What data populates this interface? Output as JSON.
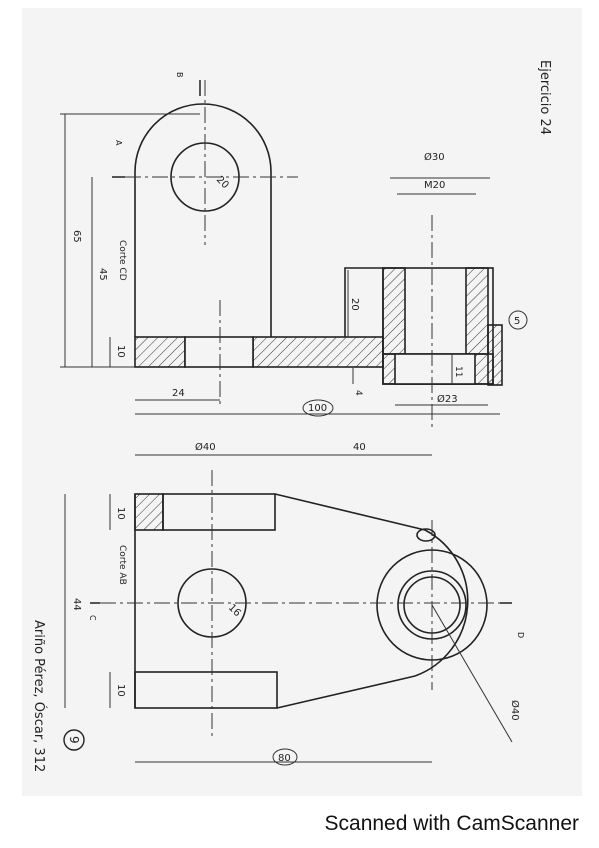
{
  "sheet": {
    "title": "Ejercicio 24",
    "author": "Ariño Pérez, Óscar, 312",
    "number": "9",
    "paper_color": "#f4f4f4",
    "ink_color": "#222222"
  },
  "section_cd": {
    "label": "Corte CD",
    "cut_marks": [
      "B",
      "A"
    ],
    "dimensions": {
      "height_total": "65",
      "height_hole": "45",
      "plate_thickness": "10",
      "plate_offset": "24",
      "overall_length": "100",
      "boss_diameter": "Ø30",
      "thread": "M20",
      "boss_height": "20",
      "small_height": "4",
      "inner_diameter": "Ø23",
      "bore_depth": "11",
      "hole_radius": "20"
    },
    "balloon": "5"
  },
  "section_ab": {
    "label": "Corte AB",
    "cut_marks": [
      "C",
      "D"
    ],
    "dimensions": {
      "top_diameter": "Ø40",
      "arm_length": "40",
      "wall_thickness_top": "10",
      "wall_thickness_bottom": "10",
      "width": "44",
      "hole_diameter": "16",
      "outer_diameter": "Ø40",
      "overall_length": "80"
    }
  },
  "footer": {
    "text": "Scanned with CamScanner",
    "background": "#ffffff"
  }
}
